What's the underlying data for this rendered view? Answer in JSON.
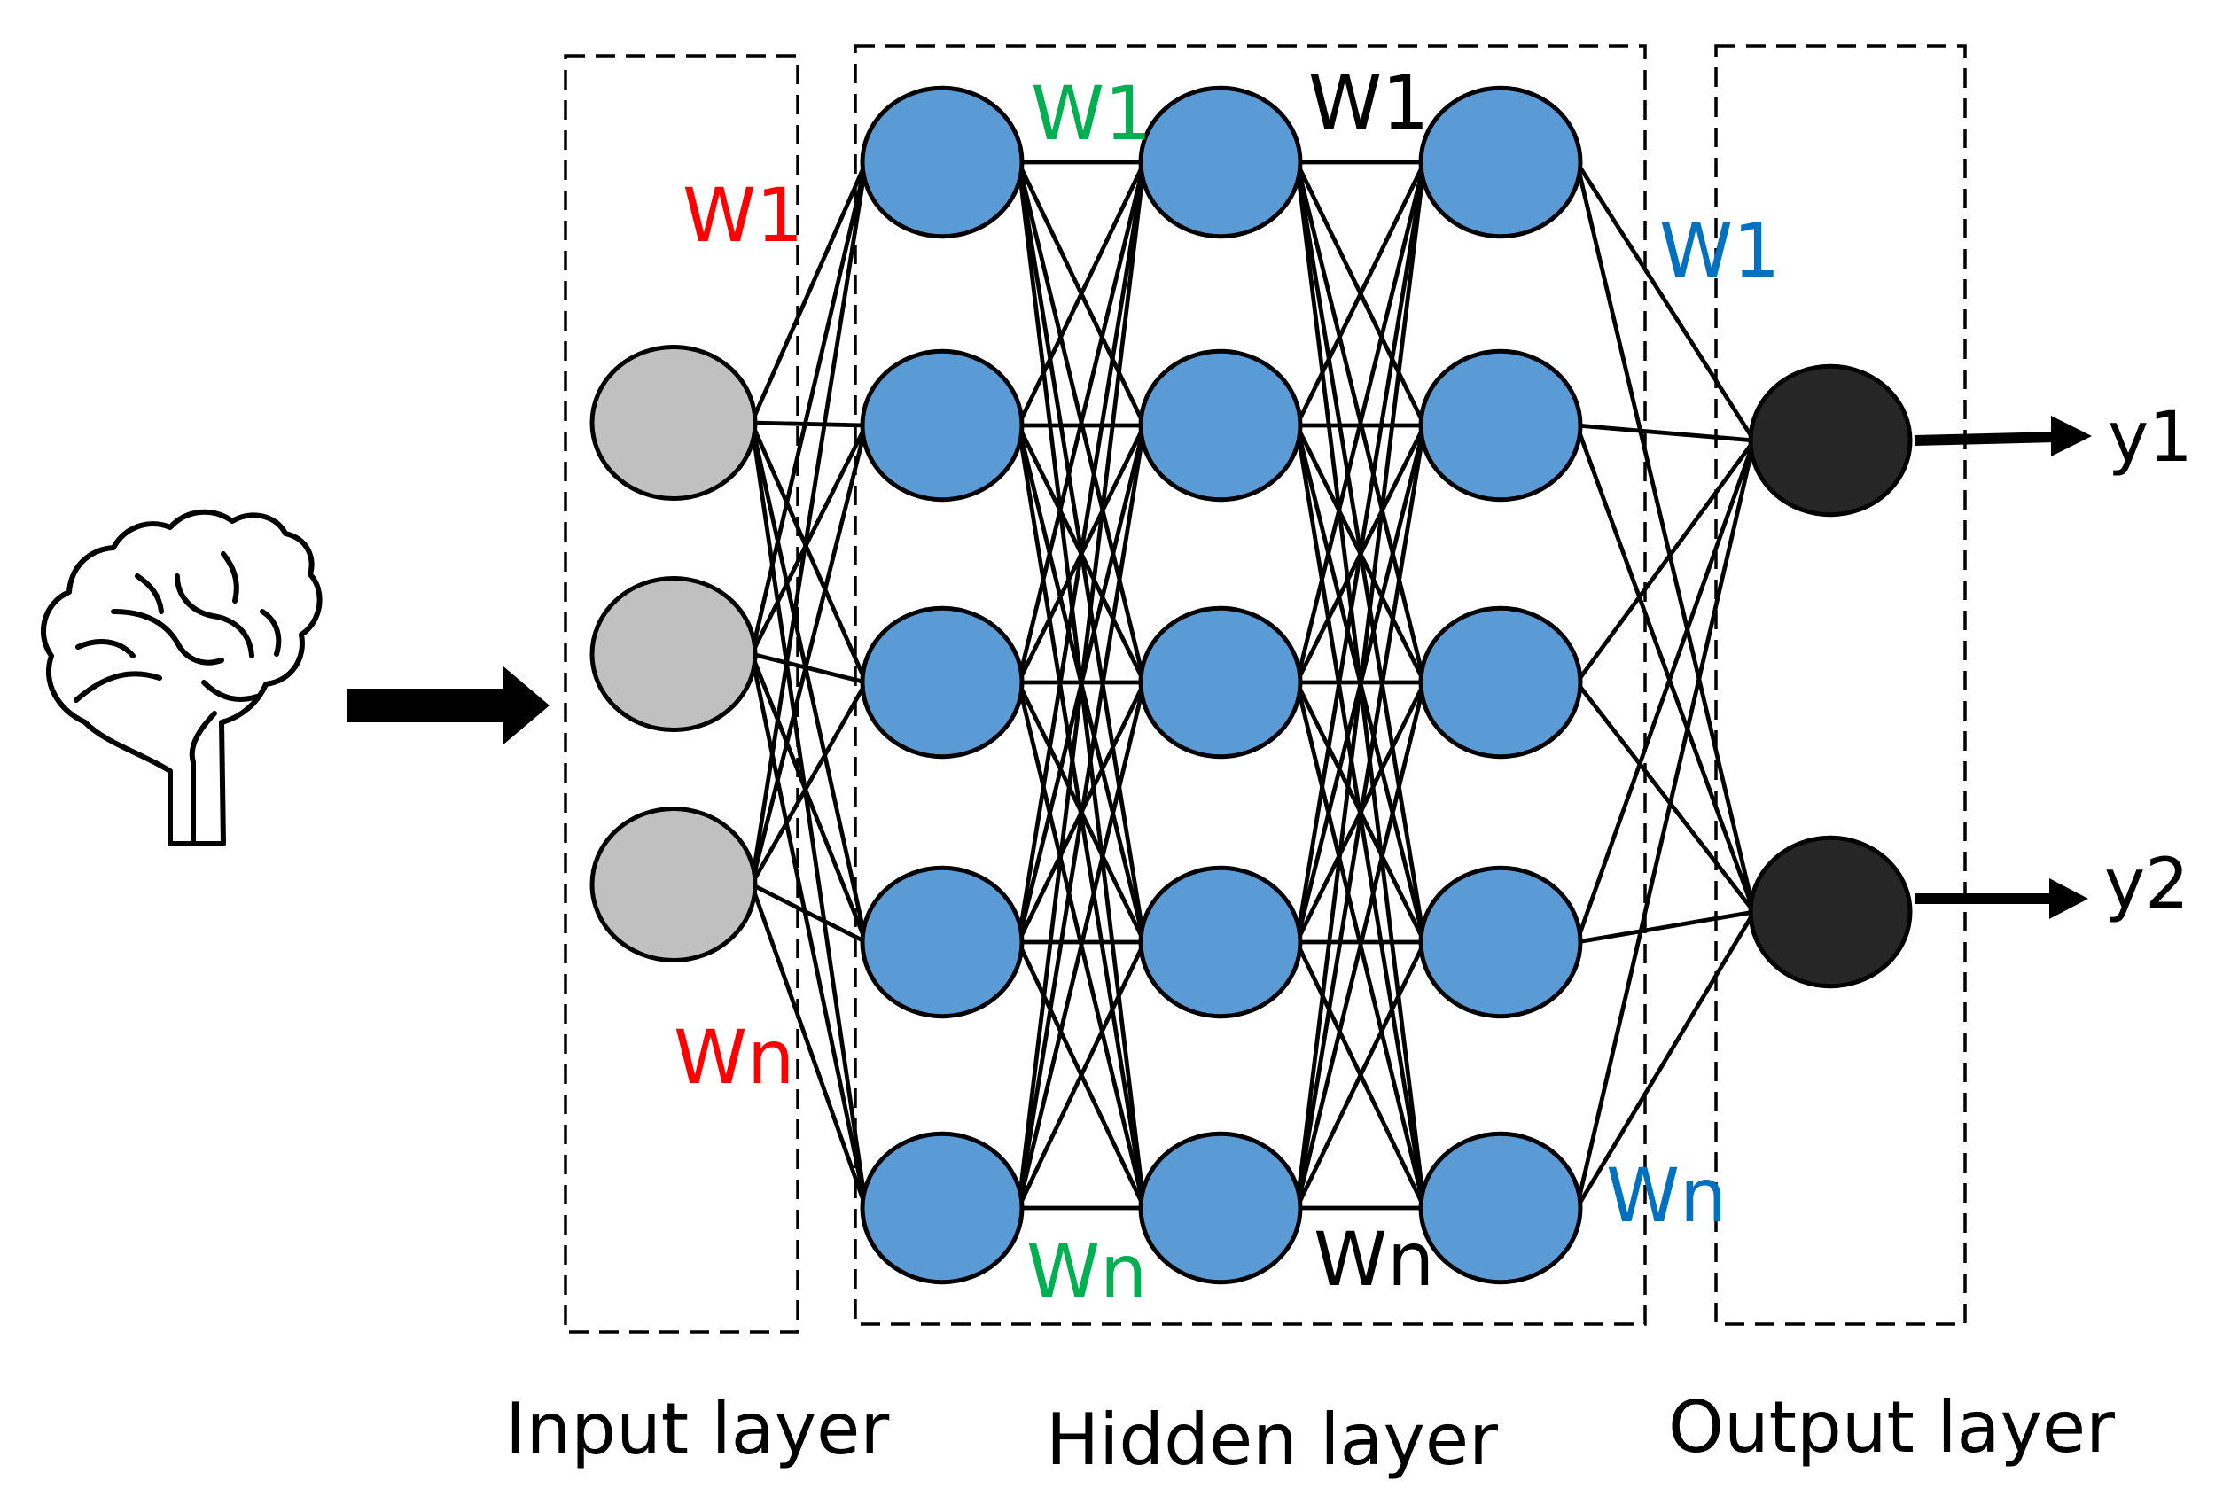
{
  "colors": {
    "input_node": "#c0c0c0",
    "hidden_node": "#5b9bd5",
    "output_node": "#262626",
    "weight_input": "#ff0000",
    "weight_hidden": "#00b050",
    "weight_hidden2": "#000000",
    "weight_output": "#0070c0"
  },
  "icons": {
    "source": "brain-icon",
    "input_arrow": "right-arrow-icon"
  },
  "layers": {
    "input": {
      "label": "Input layer",
      "node_count": 3
    },
    "hidden": {
      "label": "Hidden layer",
      "columns": 3,
      "nodes_per_column": 5
    },
    "output": {
      "label": "Output layer",
      "node_count": 2
    }
  },
  "weights": {
    "input_top": "W1",
    "input_bottom": "Wn",
    "hidden1_top": "W1",
    "hidden1_bottom": "Wn",
    "hidden2_top": "W1",
    "hidden2_bottom": "Wn",
    "output_top": "W1",
    "output_bottom": "Wn"
  },
  "outputs": [
    "y1",
    "y2"
  ]
}
